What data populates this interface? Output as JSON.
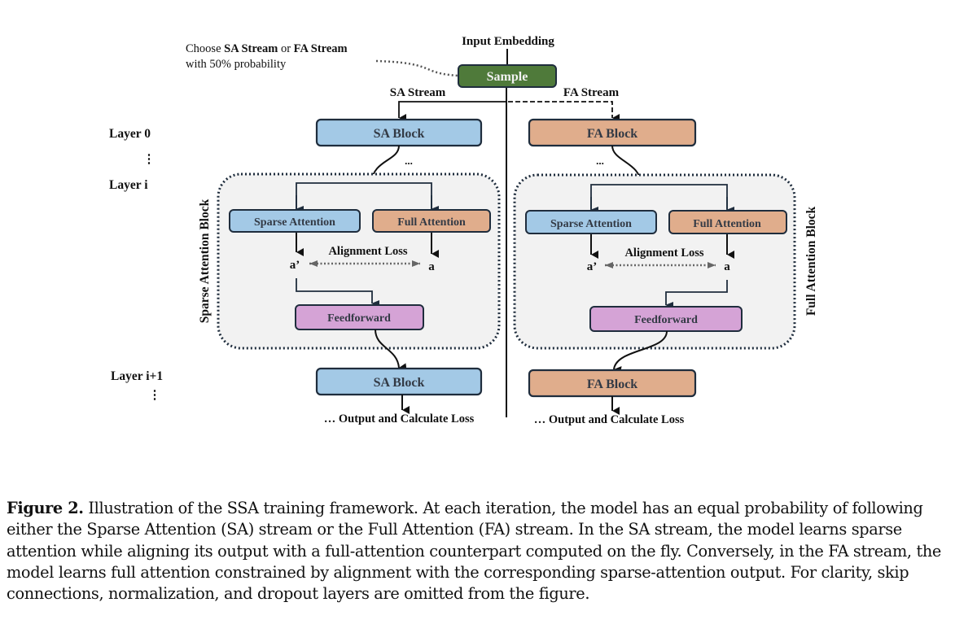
{
  "figure": {
    "note": {
      "prefix": "Choose ",
      "sa": "SA Stream",
      "or": " or ",
      "fa": "FA Stream",
      "line2": "with 50% probability"
    },
    "input_embedding": "Input Embedding",
    "sample": "Sample",
    "sa_stream": "SA Stream",
    "fa_stream": "FA Stream",
    "layers": {
      "layer0": "Layer 0",
      "layer_i": "Layer i",
      "layer_i1": "Layer i+1",
      "vdots": "⋮"
    },
    "ellipsis": "...",
    "left": {
      "top_block": "SA Block",
      "group_label": "Sparse Attention Block",
      "sparse": "Sparse Attention",
      "full": "Full Attention",
      "align": "Alignment Loss",
      "a_prime": "a’",
      "a": "a",
      "ffn": "Feedforward",
      "bottom_block": "SA Block",
      "output": "… Output and Calculate Loss"
    },
    "right": {
      "top_block": "FA Block",
      "group_label": "Full Attention Block",
      "sparse": "Sparse Attention",
      "full": "Full Attention",
      "align": "Alignment Loss",
      "a_prime": "a’",
      "a": "a",
      "ffn": "Feedforward",
      "bottom_block": "FA Block",
      "output": "… Output and Calculate Loss"
    },
    "colors": {
      "sa": "#a3c9e6",
      "fa": "#e0ad8c",
      "ffn": "#d5a3d6",
      "sample": "#4f7a3a",
      "group_bg": "#f2f2f2",
      "border": "#1f2d3d"
    }
  },
  "caption": {
    "label": "Figure 2.",
    "text": " Illustration of the SSA training framework. At each iteration, the model has an equal probability of following either the Sparse Attention (SA) stream or the Full Attention (FA) stream. In the SA stream, the model learns sparse attention while aligning its output with a full-attention counterpart computed on the fly. Conversely, in the FA stream, the model learns full attention constrained by alignment with the corresponding sparse-attention output. For clarity, skip connections, normalization, and dropout layers are omitted from the figure."
  }
}
